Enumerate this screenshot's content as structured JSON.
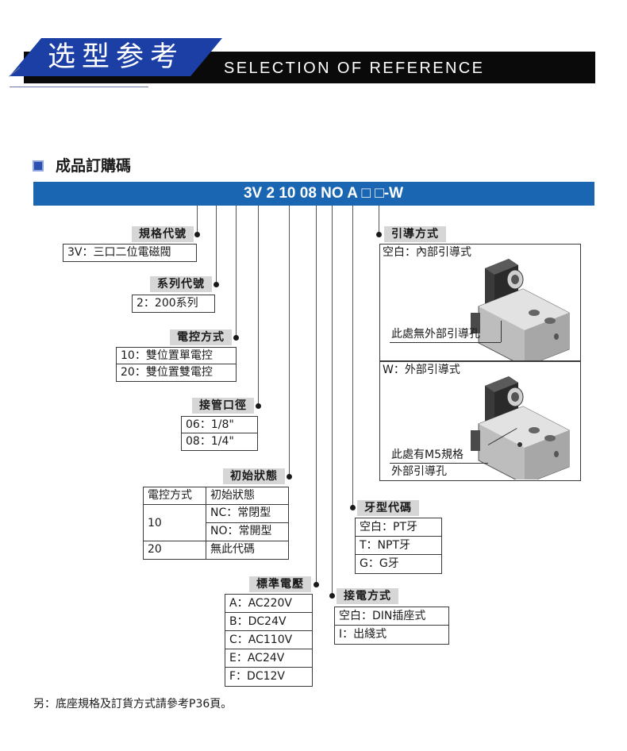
{
  "header": {
    "title_cn": "选型参考",
    "title_en": "SELECTION OF REFERENCE"
  },
  "section": {
    "title": "成品訂購碼"
  },
  "model_code": "3V 2 10 08 NO A □ □-W",
  "groups": {
    "spec": {
      "label": "規格代號",
      "items": [
        "3V：三口二位電磁閥"
      ]
    },
    "series": {
      "label": "系列代號",
      "items": [
        "2：200系列"
      ]
    },
    "control": {
      "label": "電控方式",
      "items": [
        "10：雙位置單電控",
        "20：雙位置雙電控"
      ]
    },
    "port": {
      "label": "接管口徑",
      "items": [
        "06：1/8\"",
        "08：1/4\""
      ]
    },
    "initial": {
      "label": "初始狀態",
      "head": [
        "電控方式",
        "初始狀態"
      ],
      "row10": "10",
      "row10_opts": [
        "NC：常閉型",
        "NO：常開型"
      ],
      "row20": "20",
      "row20_val": "無此代碼"
    },
    "voltage": {
      "label": "標準電壓",
      "items": [
        "A：AC220V",
        "B：DC24V",
        "C：AC110V",
        "E：AC24V",
        "F：DC12V"
      ]
    },
    "pilot": {
      "label": "引導方式",
      "internal_title": "空白：內部引導式",
      "internal_note": "此處無外部引導孔",
      "external_title": "W：外部引導式",
      "external_note_1": "此處有M5規格",
      "external_note_2": "外部引導孔"
    },
    "thread": {
      "label": "牙型代碼",
      "items": [
        "空白：PT牙",
        "T：NPT牙",
        "G：G牙"
      ]
    },
    "wiring": {
      "label": "接電方式",
      "items": [
        "空白：DIN插座式",
        "I：出綫式"
      ]
    }
  },
  "footnote": "另：底座規格及訂貨方式請參考P36頁。",
  "colors": {
    "banner_blue": "#1c3fa6",
    "banner_black": "#0a0a0a",
    "code_bar": "#1a66b3",
    "label_gray": "#d6d6d6"
  }
}
